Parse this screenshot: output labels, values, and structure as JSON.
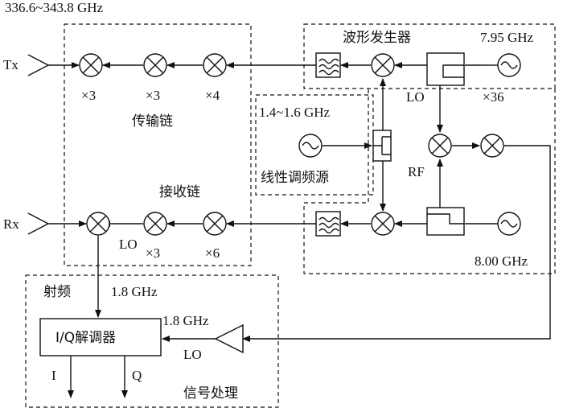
{
  "labels": {
    "freq_range": "336.6~343.8 GHz",
    "tx": "Tx",
    "rx": "Rx",
    "waveform_gen": "波形发生器",
    "f_795": "7.95 GHz",
    "lo_top": "LO",
    "x36": "×36",
    "tx_x3a": "×3",
    "tx_x3b": "×3",
    "tx_x4": "×4",
    "tx_chain": "传输链",
    "lin_range": "1.4~1.6 GHz",
    "linear_src": "线性调频源",
    "rf": "RF",
    "rx_chain": "接收链",
    "lo_rx": "LO",
    "rx_x3": "×3",
    "rx_x6": "×6",
    "f_800": "8.00 GHz",
    "rf_label": "射频",
    "f_18a": "1.8 GHz",
    "f_18b": "1.8 GHz",
    "iq_demod": "I/Q解调器",
    "lo_amp": "LO",
    "i": "I",
    "q": "Q",
    "signal_proc": "信号处理"
  }
}
